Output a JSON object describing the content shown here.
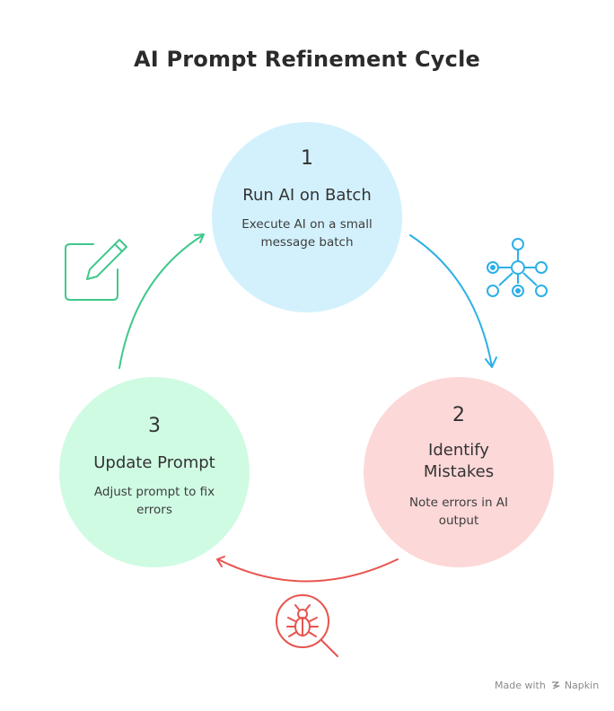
{
  "title": "AI Prompt Refinement Cycle",
  "steps": [
    {
      "number": "1",
      "title": "Run AI on Batch",
      "description": "Execute AI on a small message batch",
      "color": "#d3f1fd",
      "icon": "network-graph-icon",
      "icon_color": "#2cb0e6"
    },
    {
      "number": "2",
      "title": "Identify Mistakes",
      "description": "Note errors in AI output",
      "color": "#fdd8d8",
      "icon": "bug-search-icon",
      "icon_color": "#e8544f"
    },
    {
      "number": "3",
      "title": "Update Prompt",
      "description": "Adjust prompt to fix errors",
      "color": "#cffbe3",
      "icon": "edit-pencil-icon",
      "icon_color": "#3fc88b"
    }
  ],
  "arrows": {
    "step1_to_step2_color": "#2cb0e6",
    "step2_to_step3_color": "#e8544f",
    "step3_to_step1_color": "#3fc88b"
  },
  "footer": {
    "prefix": "Made with",
    "brand": "Napkin"
  }
}
